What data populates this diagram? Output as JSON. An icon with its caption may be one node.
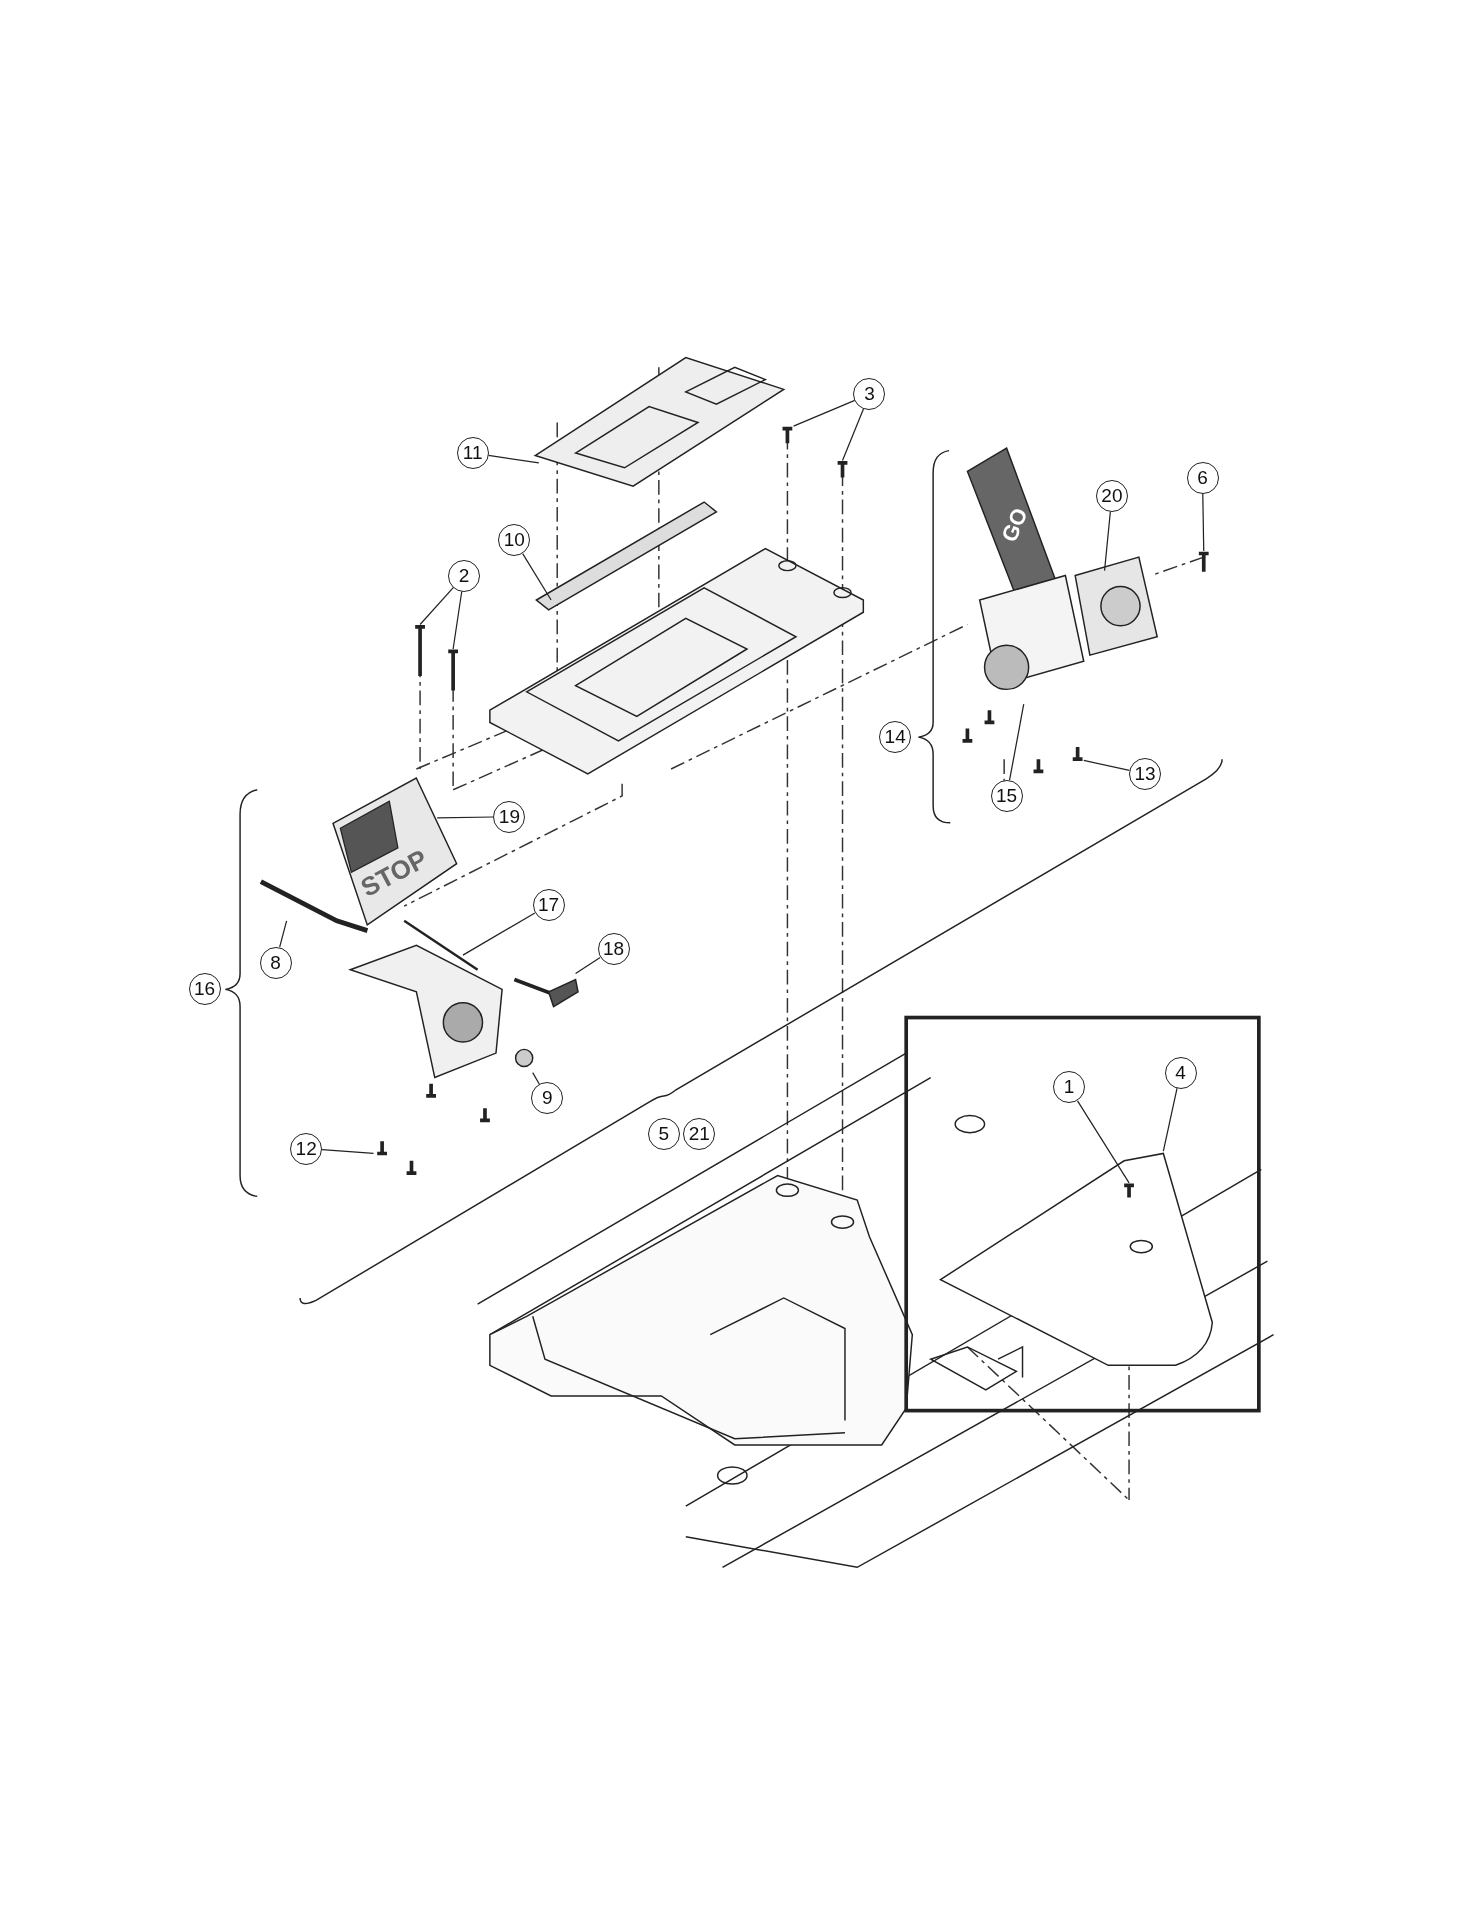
{
  "diagram": {
    "nodes": [
      {
        "text": [
          "3"
        ]
      },
      {
        "text": [
          "11"
        ]
      },
      {
        "text": [
          "6"
        ]
      },
      {
        "text": [
          "20"
        ]
      },
      {
        "text": [
          "10"
        ]
      },
      {
        "text": [
          "2"
        ]
      },
      {
        "text": [
          "14"
        ]
      },
      {
        "text": [
          "13"
        ]
      },
      {
        "text": [
          "15"
        ]
      },
      {
        "text": [
          "19"
        ]
      },
      {
        "text": [
          "STOP"
        ]
      },
      {
        "text": [
          "17"
        ]
      },
      {
        "text": [
          "18"
        ]
      },
      {
        "text": [
          "8"
        ]
      },
      {
        "text": [
          "16"
        ]
      },
      {
        "text": [
          "4"
        ]
      },
      {
        "text": [
          "1"
        ]
      },
      {
        "text": [
          "9"
        ]
      },
      {
        "text": [
          "5"
        ]
      },
      {
        "text": [
          "21"
        ]
      },
      {
        "text": [
          "12"
        ]
      }
    ],
    "edges": [
      {
        "from": 0,
        "to": null,
        "arrow": "none"
      },
      {
        "from": 0,
        "to": null,
        "arrow": "none"
      },
      {
        "from": 1,
        "to": null,
        "arrow": "none"
      },
      {
        "from": 2,
        "to": null,
        "arrow": "none"
      },
      {
        "from": 3,
        "to": null,
        "arrow": "none"
      },
      {
        "from": 4,
        "to": null,
        "arrow": "none"
      },
      {
        "from": 5,
        "to": null,
        "arrow": "none"
      },
      {
        "from": 5,
        "to": null,
        "arrow": "none"
      },
      {
        "from": 7,
        "to": null,
        "arrow": "none"
      },
      {
        "from": 8,
        "to": null,
        "arrow": "none"
      },
      {
        "from": 9,
        "to": 10,
        "arrow": "none"
      },
      {
        "from": 11,
        "to": null,
        "arrow": "none"
      },
      {
        "from": 12,
        "to": null,
        "arrow": "none"
      },
      {
        "from": 13,
        "to": null,
        "arrow": "none"
      },
      {
        "from": 15,
        "to": null,
        "arrow": "none"
      },
      {
        "from": 16,
        "to": null,
        "arrow": "none"
      },
      {
        "from": 17,
        "to": null,
        "arrow": "none"
      },
      {
        "from": 20,
        "to": null,
        "arrow": "none"
      }
    ],
    "labels": [
      "GO"
    ]
  }
}
